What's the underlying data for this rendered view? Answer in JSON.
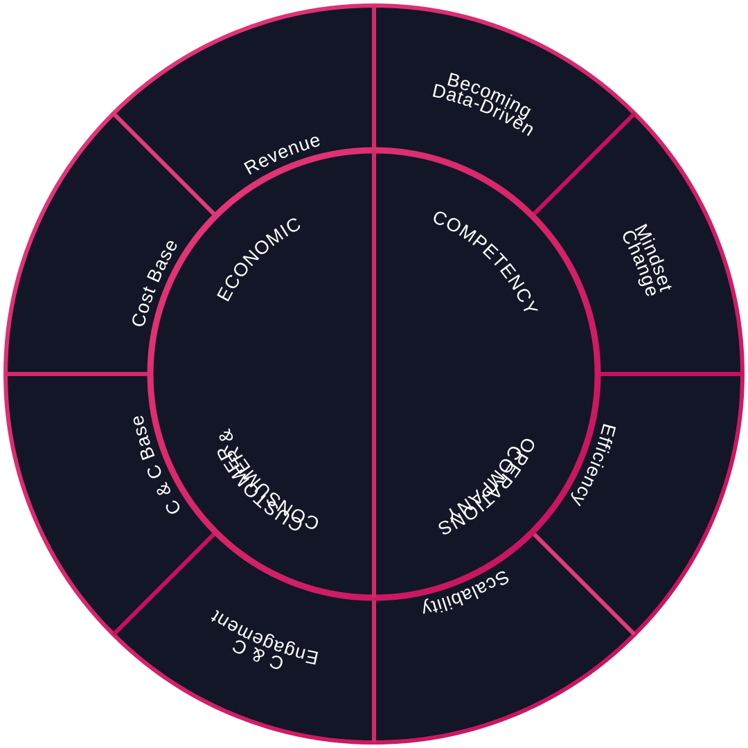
{
  "colors": {
    "background": "#ffffff",
    "disc": "#121626",
    "pink": "#e43376",
    "magenta": "#c8105e",
    "text": "#ffffff"
  },
  "outer_segments": [
    {
      "id": "revenue",
      "lines": [
        "Revenue"
      ]
    },
    {
      "id": "becoming-data-driven",
      "lines": [
        "Becoming",
        "Data-Driven"
      ]
    },
    {
      "id": "mindset-change",
      "lines": [
        "Mindset",
        "Change"
      ]
    },
    {
      "id": "efficiency",
      "lines": [
        "Efficiency"
      ]
    },
    {
      "id": "scalability",
      "lines": [
        "Scalability"
      ]
    },
    {
      "id": "cc-engagement",
      "lines": [
        "C & C",
        "Engagement"
      ]
    },
    {
      "id": "cc-base",
      "lines": [
        "C & C Base"
      ]
    },
    {
      "id": "cost-base",
      "lines": [
        "Cost Base"
      ]
    }
  ],
  "inner_quadrants": [
    {
      "id": "economic",
      "lines": [
        "ECONOMIC"
      ]
    },
    {
      "id": "competency",
      "lines": [
        "COMPETENCY"
      ]
    },
    {
      "id": "company-operations",
      "lines": [
        "COMPANY",
        "OPERATIONS"
      ]
    },
    {
      "id": "consumer-customer",
      "lines": [
        "CONSUMER &",
        "CUSTOMER"
      ]
    }
  ]
}
